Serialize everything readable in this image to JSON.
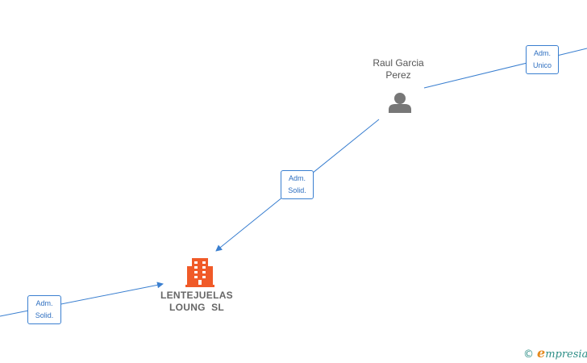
{
  "nodes": {
    "person": {
      "name_line1": "Raul Garcia",
      "name_line2": "Perez",
      "icon": "person-icon"
    },
    "company": {
      "name_line1": "LENTEJUELAS",
      "name_line2": "LOUNG  SL",
      "icon": "building-icon"
    }
  },
  "edges": [
    {
      "id": "offscreen-to-person",
      "label_line1": "Adm.",
      "label_line2": "Unico"
    },
    {
      "id": "person-to-company",
      "label_line1": "Adm.",
      "label_line2": "Solid."
    },
    {
      "id": "offscreen-to-company",
      "label_line1": "Adm.",
      "label_line2": "Solid."
    }
  ],
  "colors": {
    "edge": "#3a7fd0",
    "person_icon": "#777777",
    "company_icon": "#f05a28",
    "brand": "#2f8f88",
    "brand_accent": "#e58a1f"
  },
  "brand": {
    "copyright": "©",
    "first_letter": "e",
    "rest": "mpresia"
  }
}
